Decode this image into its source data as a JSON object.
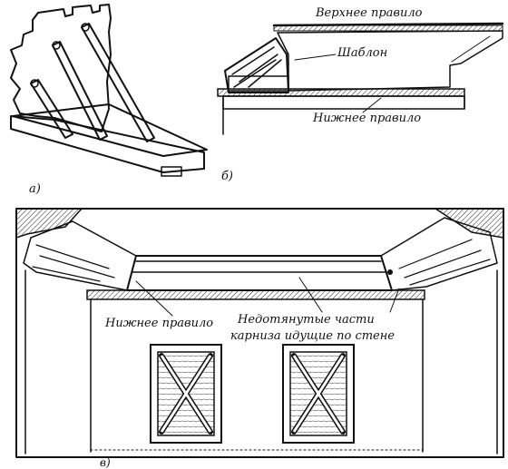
{
  "labels": {
    "a": "а)",
    "b": "б)",
    "v": "в)",
    "upper_rule": "Верхнее правило",
    "template": "Шаблон",
    "lower_rule_b": "Нижнее правило",
    "lower_rule_v": "Нижнее правило",
    "unfinished_line1": "Недотянутые части",
    "unfinished_line2": "карниза идущие по стене"
  }
}
